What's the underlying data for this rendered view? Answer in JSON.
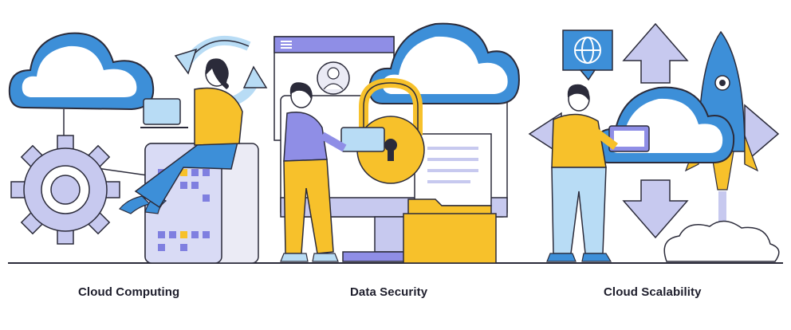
{
  "captions": {
    "cloud_computing": "Cloud Computing",
    "data_security": "Data Security",
    "cloud_scalability": "Cloud Scalability"
  },
  "colors": {
    "blue": "#3d8fd8",
    "light_blue": "#b8dcf5",
    "yellow": "#f7c12b",
    "lavender": "#c7c9ef",
    "purple": "#8f8ee6",
    "outline": "#2b2b3a"
  },
  "icons": [
    "cloud-icon",
    "gear-icon",
    "refresh-arrows-icon",
    "server-rack-icon",
    "laptop-icon",
    "padlock-icon",
    "folder-icon",
    "document-icon",
    "browser-window-icon",
    "globe-icon",
    "rocket-icon",
    "double-arrow-icon"
  ]
}
